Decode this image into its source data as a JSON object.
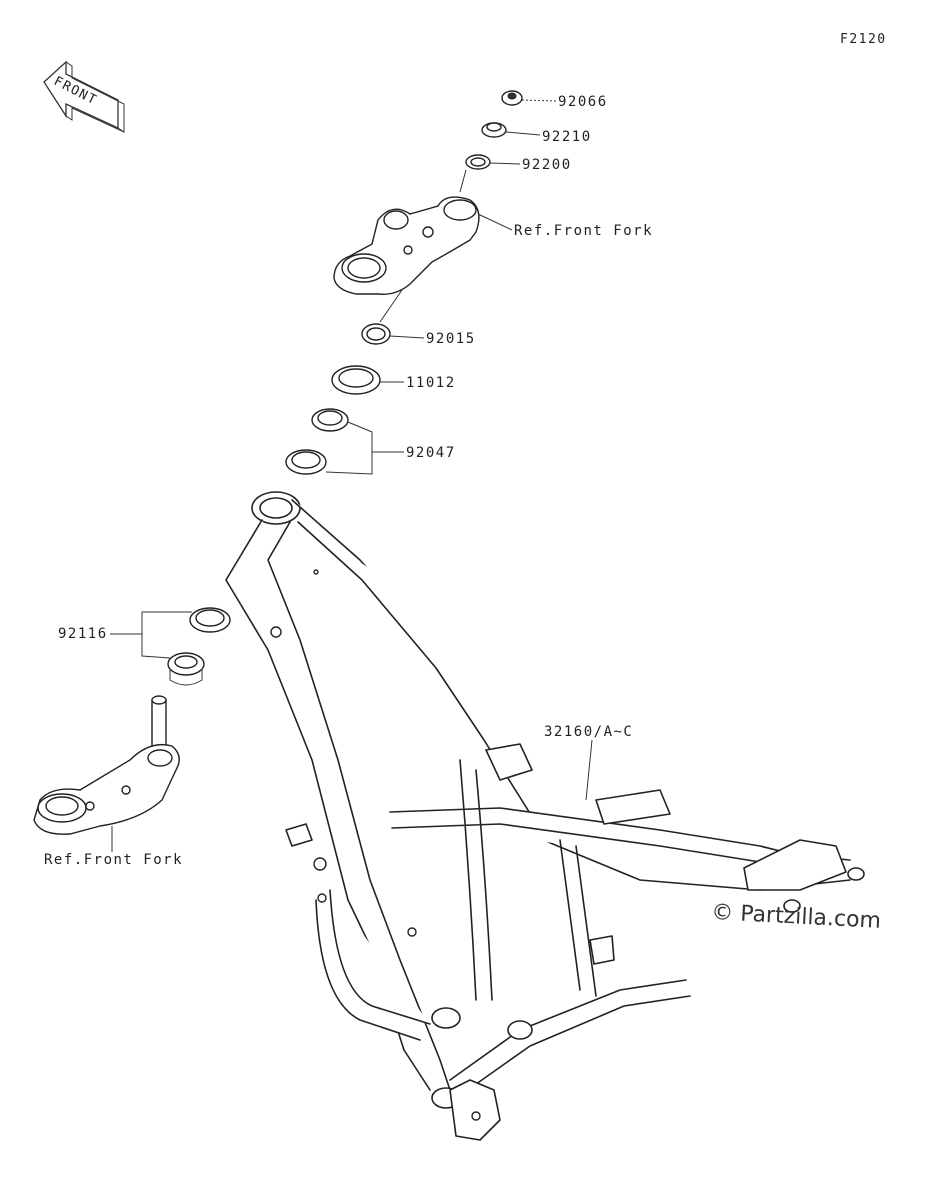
{
  "diagram_code": "F2120",
  "front_arrow_label": "FRONT",
  "watermark": "© Partzilla.com",
  "parts": {
    "p92066": "92066",
    "p92210": "92210",
    "p92200": "92200",
    "ref_front_fork_upper": "Ref.Front Fork",
    "p92015": "92015",
    "p11012": "11012",
    "p92047": "92047",
    "p92116": "92116",
    "p32160": "32160/A~C",
    "ref_front_fork_lower": "Ref.Front Fork"
  }
}
